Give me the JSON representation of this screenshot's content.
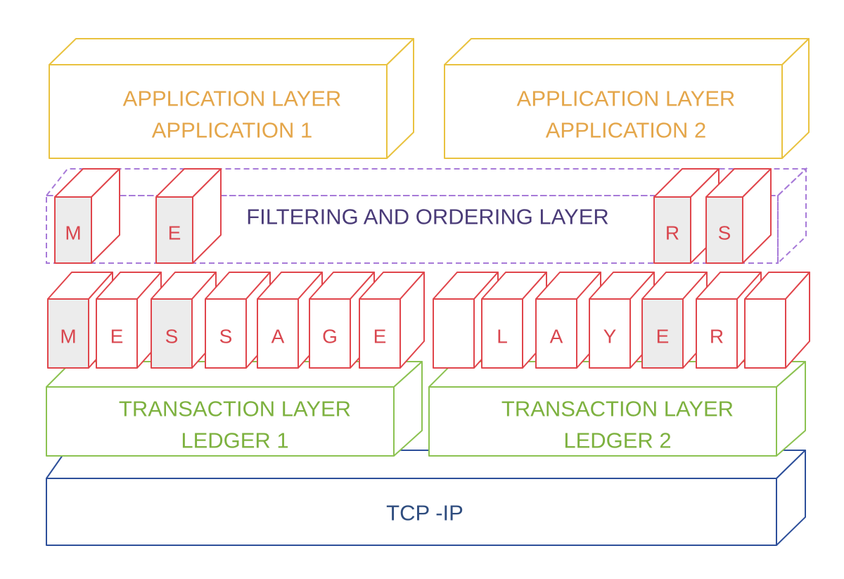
{
  "colors": {
    "application": "#e9c23f",
    "application_text": "#e4a64a",
    "filter": "#a77ad8",
    "filter_text": "#4a3b78",
    "message": "#e0454b",
    "message_text": "#d9474f",
    "message_shade": "#ececec",
    "transaction": "#8cc251",
    "transaction_text": "#7db13f",
    "tcp": "#2d4f9a",
    "tcp_text": "#2f4d7f"
  },
  "application_layers": [
    {
      "line1": "APPLICATION LAYER",
      "line2": "APPLICATION 1"
    },
    {
      "line1": "APPLICATION LAYER",
      "line2": "APPLICATION 2"
    }
  ],
  "filtering_layer": {
    "label": "FILTERING AND ORDERING LAYER",
    "letters": [
      "M",
      "E",
      "R",
      "S"
    ]
  },
  "message_layer": {
    "left_letters": [
      "M",
      "E",
      "S",
      "S",
      "A",
      "G",
      "E"
    ],
    "right_letters": [
      "",
      "L",
      "A",
      "Y",
      "E",
      "R",
      ""
    ]
  },
  "transaction_layers": [
    {
      "line1": "TRANSACTION LAYER",
      "line2": "LEDGER 1"
    },
    {
      "line1": "TRANSACTION LAYER",
      "line2": "LEDGER 2"
    }
  ],
  "tcp_layer": {
    "label": "TCP -IP"
  }
}
